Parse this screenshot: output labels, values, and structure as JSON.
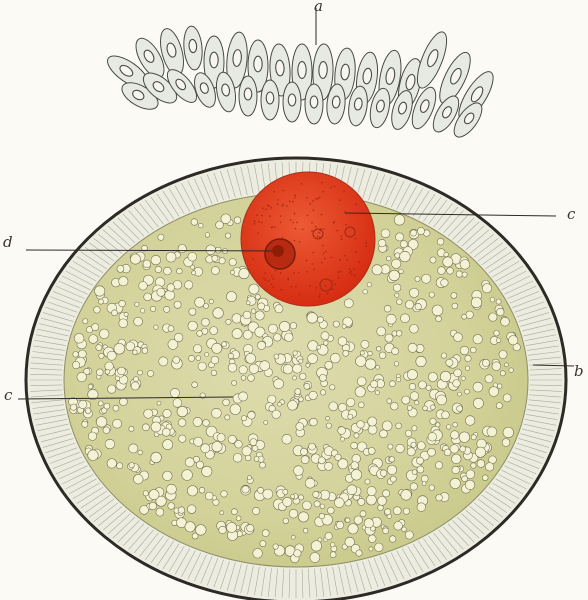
{
  "labels": {
    "a": "a",
    "b": "b",
    "c_right": "c",
    "d": "d",
    "c_left": "c"
  },
  "colors": {
    "background": "#fbfaf4",
    "yolk": "#d8d7a4",
    "zona": "#eeeee2",
    "nucleus": "#e0361c",
    "nucleolus": "#a52410",
    "outline": "#2e2a26"
  }
}
